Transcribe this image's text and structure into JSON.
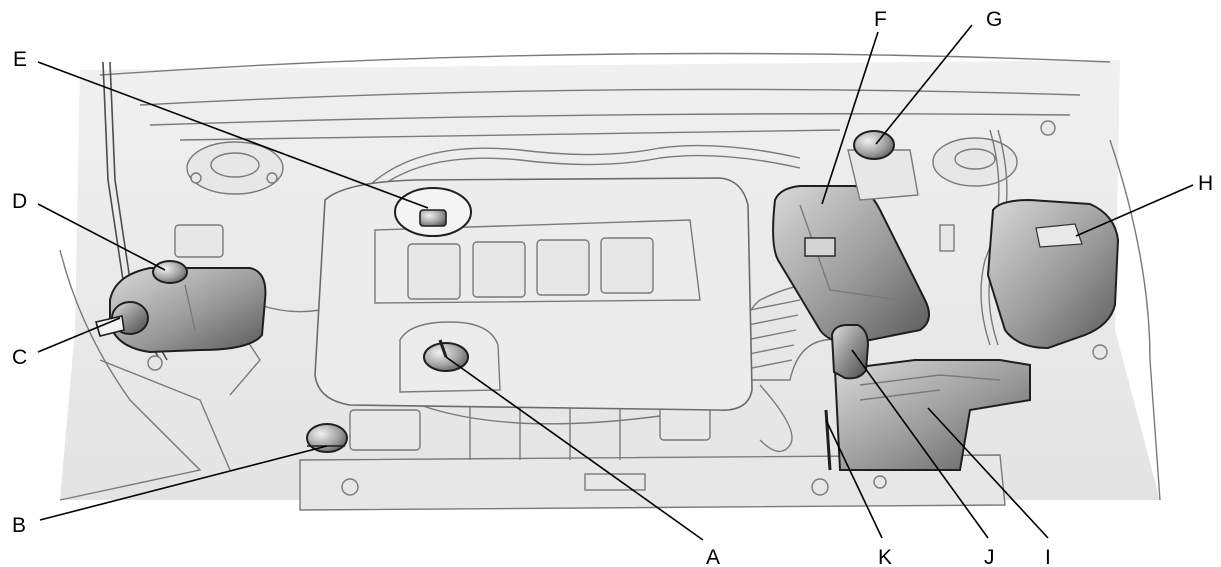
{
  "callouts": {
    "A": "A",
    "B": "B",
    "C": "C",
    "D": "D",
    "E": "E",
    "F": "F",
    "G": "G",
    "H": "H",
    "I": "I",
    "J": "J",
    "K": "K"
  },
  "colors": {
    "highlight_gradient_light": "#d7d7d7",
    "highlight_gradient_dark": "#5e5e5e",
    "cover_fill": "#ececec",
    "line": "#7a7a7a",
    "label": "#000000"
  }
}
